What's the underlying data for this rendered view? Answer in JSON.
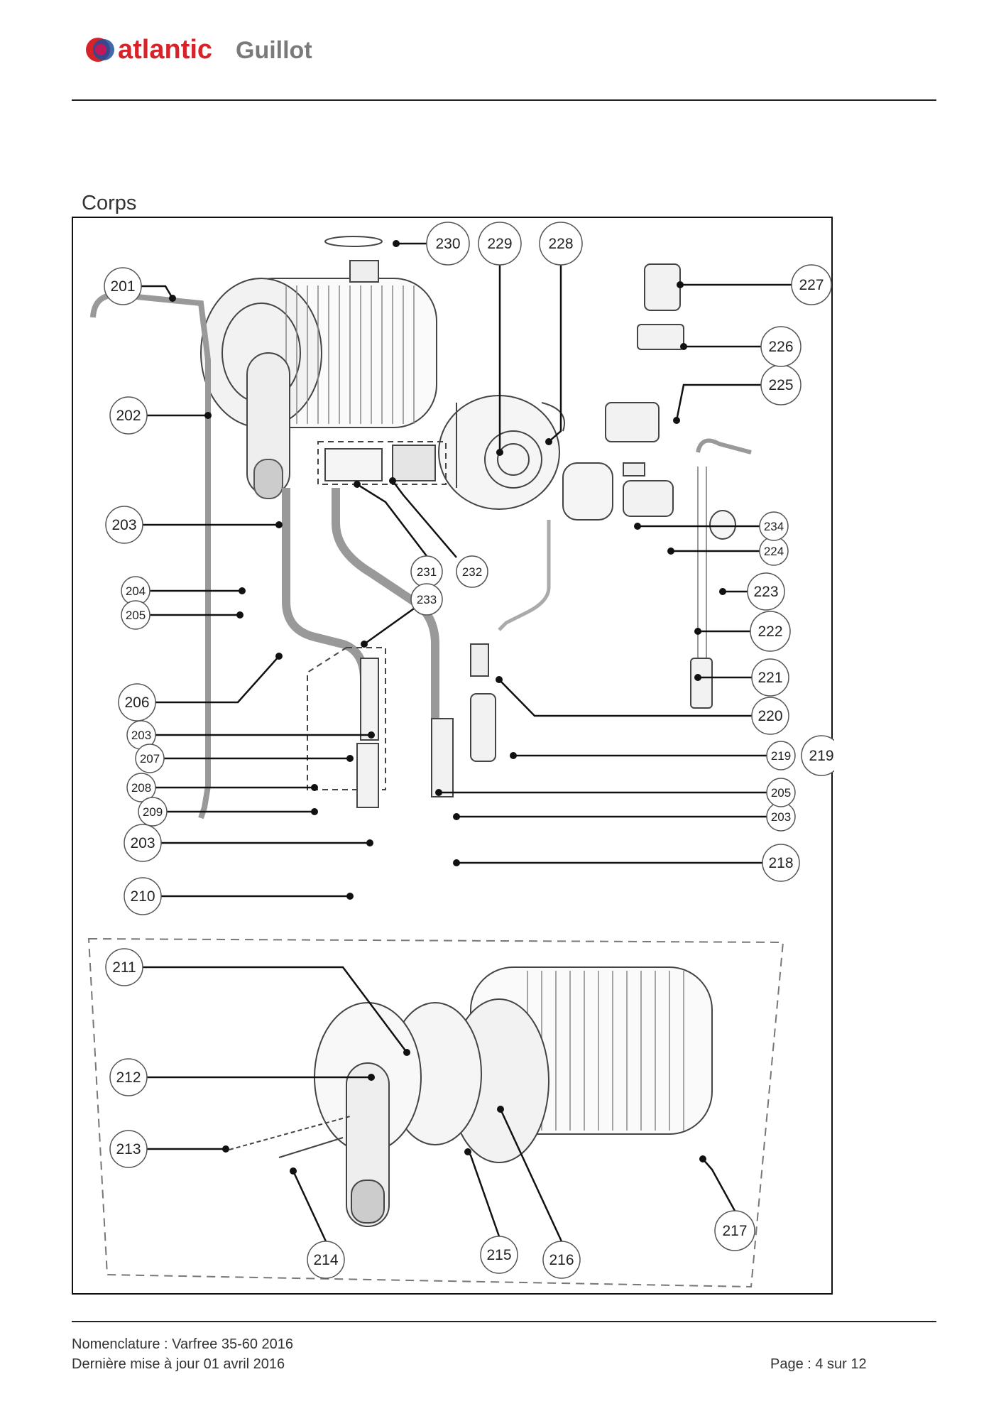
{
  "brand": {
    "part1": "atlantic",
    "part2": "Guillot"
  },
  "section_title": "Corps",
  "callouts": [
    "201",
    "202",
    "203",
    "204",
    "205",
    "206",
    "203",
    "207",
    "208",
    "209",
    "203",
    "210",
    "211",
    "212",
    "213",
    "214",
    "215",
    "216",
    "217",
    "218",
    "203",
    "205",
    "219",
    "219",
    "220",
    "221",
    "222",
    "223",
    "224",
    "234",
    "225",
    "226",
    "227",
    "228",
    "229",
    "230",
    "231",
    "232",
    "233"
  ],
  "footer": {
    "nomenclature": "Nomenclature : Varfree 35-60 2016",
    "updated": "Dernière mise à jour 01 avril 2016",
    "page": "Page : 4 sur 12"
  },
  "colors": {
    "brand_red": "#d6232a",
    "brand_blue": "#1f4e9c",
    "brand_grey": "#7a7a7a",
    "line": "#111111"
  }
}
